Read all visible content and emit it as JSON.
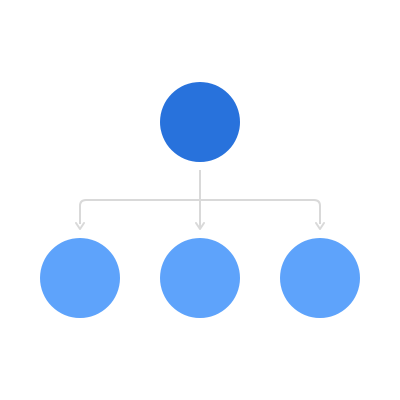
{
  "diagram": {
    "type": "hierarchy",
    "colors": {
      "background": "#ffffff",
      "parent_node": "#2872DC",
      "child_node": "#5EA3FB",
      "connector": "#D9D9D9"
    },
    "root": {
      "name": "parent-node",
      "label": ""
    },
    "children": [
      {
        "name": "child-node-left",
        "label": ""
      },
      {
        "name": "child-node-center",
        "label": ""
      },
      {
        "name": "child-node-right",
        "label": ""
      }
    ]
  }
}
